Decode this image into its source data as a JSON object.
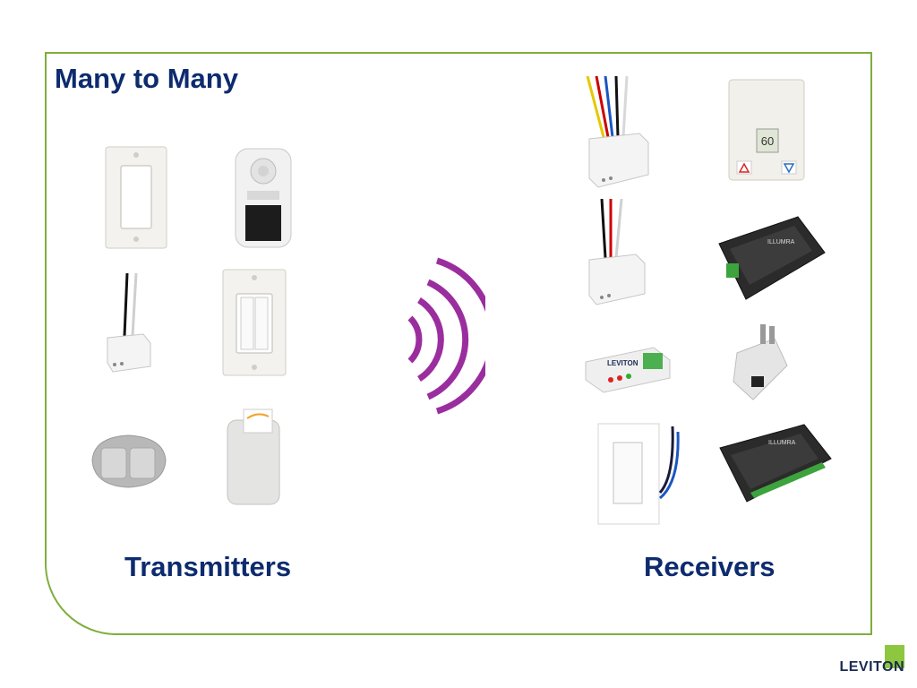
{
  "slide": {
    "title": "Many to Many",
    "transmitters_label": "Transmitters",
    "receivers_label": "Receivers",
    "logo_text": "LEVITON"
  },
  "colors": {
    "title": "#0d2b6e",
    "frame": "#7fae3c",
    "signal": "#9b2e9e",
    "logo_green": "#8dc63f",
    "logo_text": "#1a2a52"
  }
}
